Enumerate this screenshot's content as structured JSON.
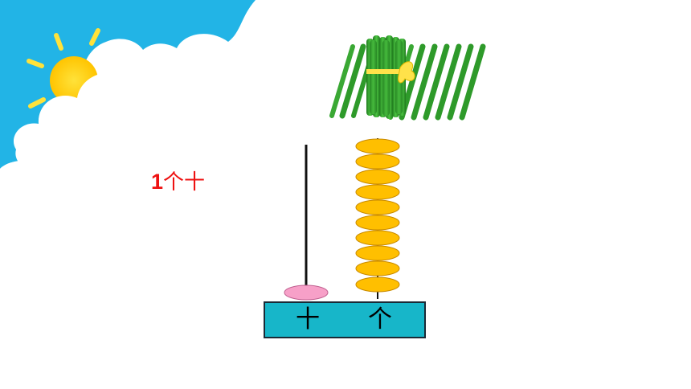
{
  "caption": {
    "number": "1",
    "unit_text": "个十"
  },
  "abacus": {
    "tens_label": "十",
    "ones_label": "个",
    "tens_beads": 1,
    "ones_beads": 10,
    "base_color": "#17b6c9",
    "tens_bead_color": "#f7a0c8",
    "ones_bead_color": "#ffbf00"
  },
  "sticks": {
    "bundles": 1,
    "loose_sticks": 10,
    "stick_color": "#2e9a2a",
    "ribbon_color": "#ffe24a"
  },
  "decor": {
    "sun_icon": "sun-icon",
    "cloud_icon": "cloud-icon",
    "sky_color": "#22b4e6"
  }
}
